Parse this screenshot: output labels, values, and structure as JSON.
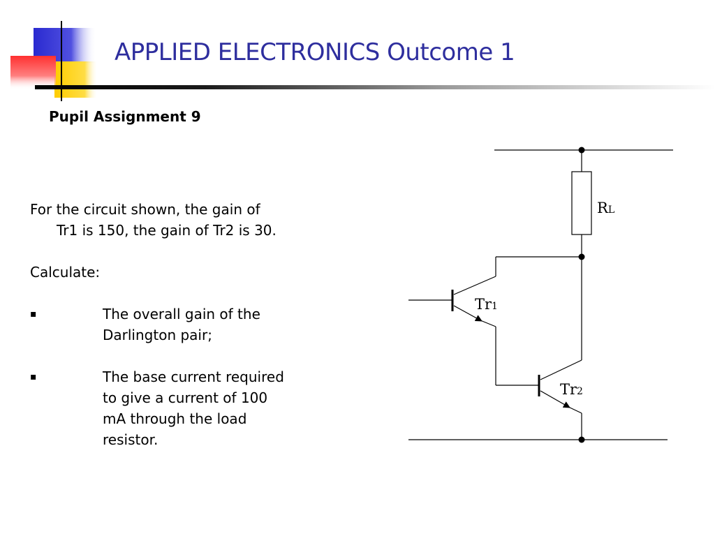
{
  "slide": {
    "title": "APPLIED ELECTRONICS Outcome 1",
    "subtitle": "Pupil Assignment 9"
  },
  "content": {
    "intro_line1": "For the circuit shown, the gain of",
    "intro_line2": "Tr1 is 150, the gain of Tr2 is 30.",
    "calculate": "Calculate:",
    "bullets": [
      {
        "marker": "▪",
        "line1": "The overall gain of the",
        "line2": "Darlington pair;"
      },
      {
        "marker": "▪",
        "line1": "The base current required",
        "line2": "to give a current of 100",
        "line3": "mA through the load",
        "line4": "resistor."
      }
    ]
  },
  "circuit": {
    "resistor_label": "R",
    "resistor_subscript": "L",
    "transistor1_label": "Tr",
    "transistor1_subscript": "1",
    "transistor2_label": "Tr",
    "transistor2_subscript": "2"
  },
  "colors": {
    "title": "#2e2e9e",
    "deco_blue": "#3333cc",
    "deco_yellow": "#ffcc00",
    "deco_red": "#ff3333"
  }
}
